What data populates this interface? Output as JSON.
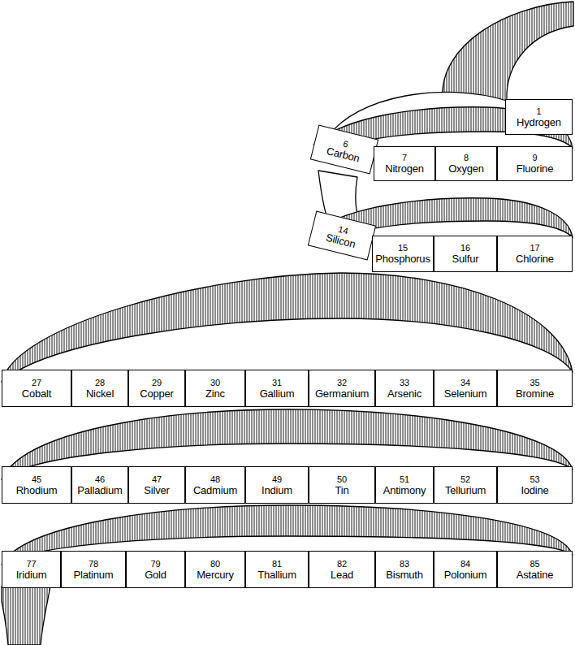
{
  "diagram": {
    "nodes": [
      {
        "text": [
          "1",
          "Hydrogen"
        ]
      },
      {
        "text": [
          "6",
          "Carbon"
        ]
      },
      {
        "text": [
          "7",
          "Nitrogen"
        ]
      },
      {
        "text": [
          "8",
          "Oxygen"
        ]
      },
      {
        "text": [
          "9",
          "Fluorine"
        ]
      },
      {
        "text": [
          "14",
          "Silicon"
        ]
      },
      {
        "text": [
          "15",
          "Phosphorus"
        ]
      },
      {
        "text": [
          "16",
          "Sulfur"
        ]
      },
      {
        "text": [
          "17",
          "Chlorine"
        ]
      },
      {
        "text": [
          "27",
          "Cobalt"
        ]
      },
      {
        "text": [
          "28",
          "Nickel"
        ]
      },
      {
        "text": [
          "29",
          "Copper"
        ]
      },
      {
        "text": [
          "30",
          "Zinc"
        ]
      },
      {
        "text": [
          "31",
          "Gallium"
        ]
      },
      {
        "text": [
          "32",
          "Germanium"
        ]
      },
      {
        "text": [
          "33",
          "Arsenic"
        ]
      },
      {
        "text": [
          "34",
          "Selenium"
        ]
      },
      {
        "text": [
          "35",
          "Bromine"
        ]
      },
      {
        "text": [
          "45",
          "Rhodium"
        ]
      },
      {
        "text": [
          "46",
          "Palladium"
        ]
      },
      {
        "text": [
          "47",
          "Silver"
        ]
      },
      {
        "text": [
          "48",
          "Cadmium"
        ]
      },
      {
        "text": [
          "49",
          "Indium"
        ]
      },
      {
        "text": [
          "50",
          "Tin"
        ]
      },
      {
        "text": [
          "51",
          "Antimony"
        ]
      },
      {
        "text": [
          "52",
          "Tellurium"
        ]
      },
      {
        "text": [
          "53",
          "Iodine"
        ]
      },
      {
        "text": [
          "77",
          "Iridium"
        ]
      },
      {
        "text": [
          "78",
          "Platinum"
        ]
      },
      {
        "text": [
          "79",
          "Gold"
        ]
      },
      {
        "text": [
          "80",
          "Mercury"
        ]
      },
      {
        "text": [
          "81",
          "Thallium"
        ]
      },
      {
        "text": [
          "82",
          "Lead"
        ]
      },
      {
        "text": [
          "83",
          "Bismuth"
        ]
      },
      {
        "text": [
          "84",
          "Polonium"
        ]
      },
      {
        "text": [
          "85",
          "Astatine"
        ]
      }
    ]
  }
}
